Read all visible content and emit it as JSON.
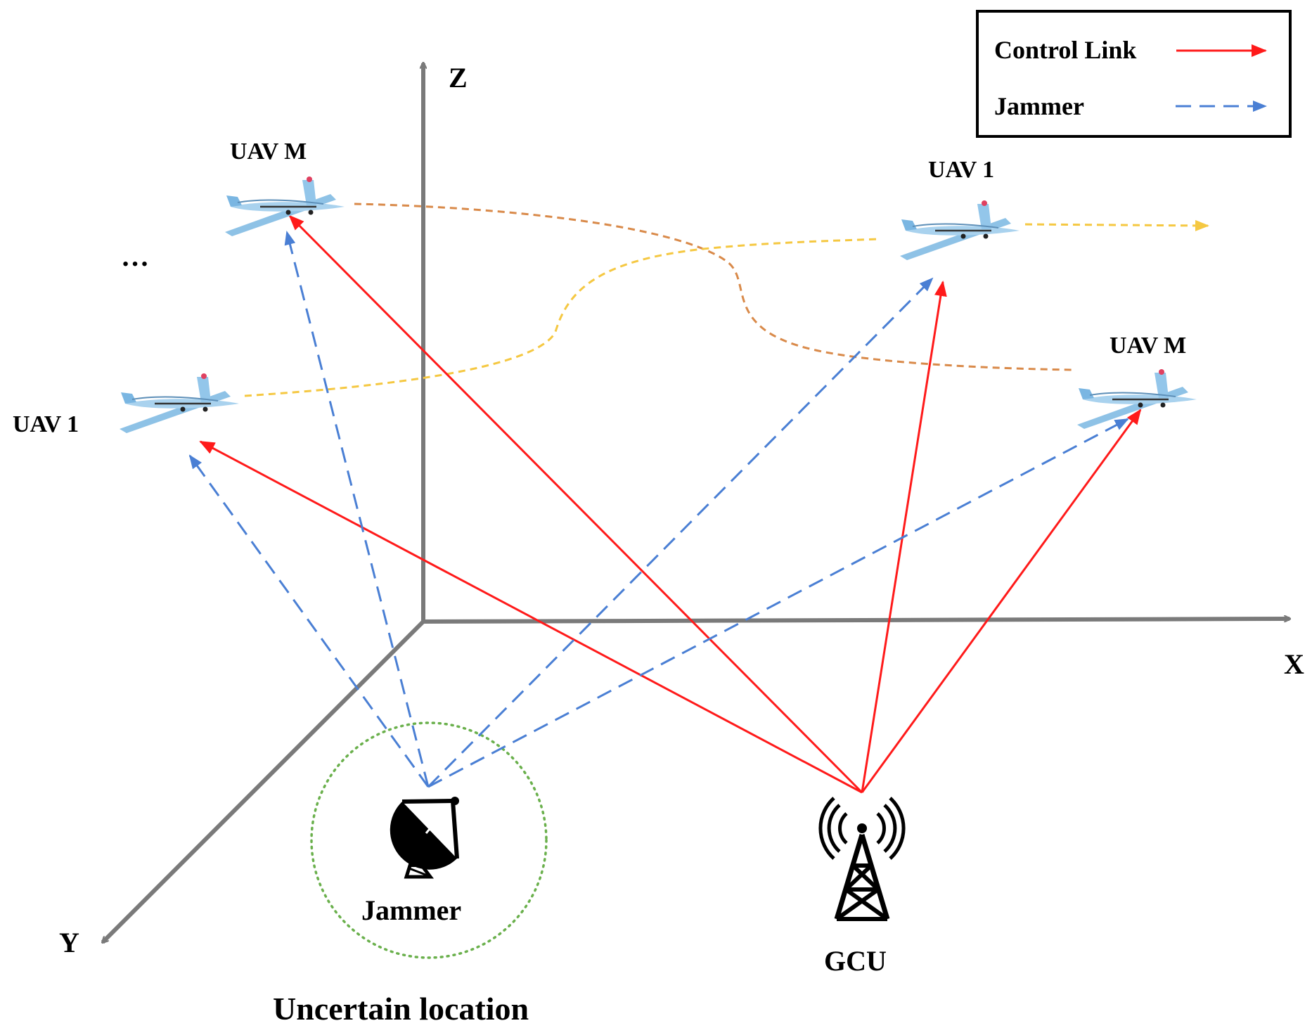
{
  "legend": {
    "control_label": "Control Link",
    "jammer_label": "Jammer"
  },
  "axes": {
    "x": "X",
    "y": "Y",
    "z": "Z"
  },
  "uav_labels": {
    "left_top": "UAV M",
    "left_bottom": "UAV 1",
    "right_top": "UAV 1",
    "right_bottom": "UAV M"
  },
  "ellipsis": "…",
  "jammer_label": "Jammer",
  "gcu_label": "GCU",
  "uncertain_label": "Uncertain location",
  "colors": {
    "control_link": "#ff1a1a",
    "jammer_link": "#4a7fd4",
    "axis": "#7a7a7a",
    "trajectory_m": "#d98a4a",
    "trajectory_1": "#f5c842",
    "uncertain_circle": "#6ab04c",
    "uav_body": "#8ec2e6"
  }
}
